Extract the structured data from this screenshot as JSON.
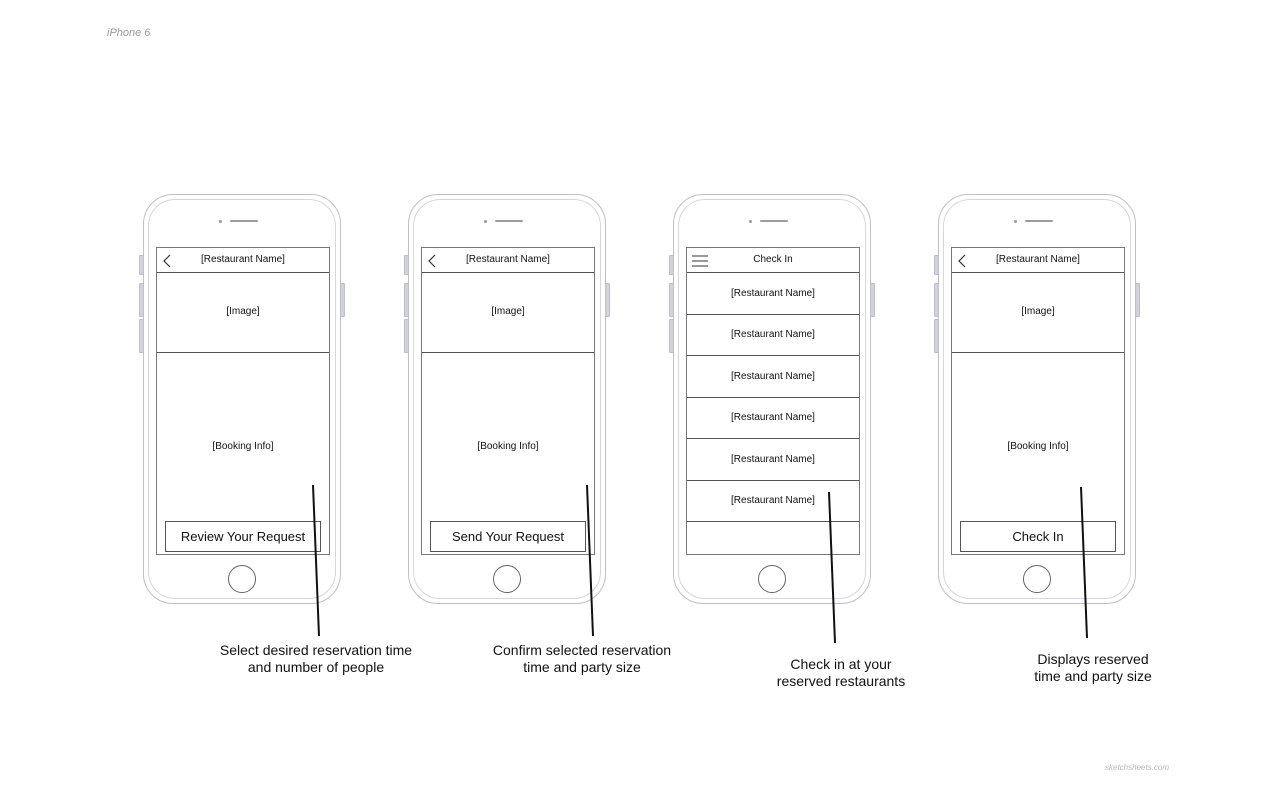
{
  "page_label": "iPhone 6",
  "footer_credit": "sketchsheets.com",
  "screens": [
    {
      "nav_title": "[Restaurant Name]",
      "image_placeholder": "[Image]",
      "booking_placeholder": "[Booking Info]",
      "button_label": "Review Your Request",
      "caption": [
        "Select desired reservation time",
        "and number of people"
      ]
    },
    {
      "nav_title": "[Restaurant Name]",
      "image_placeholder": "[Image]",
      "booking_placeholder": "[Booking Info]",
      "button_label": "Send Your Request",
      "caption": [
        "Confirm selected reservation",
        "time and party size"
      ]
    },
    {
      "nav_title": "Check In",
      "list_items": [
        "[Restaurant Name]",
        "[Restaurant Name]",
        "[Restaurant Name]",
        "[Restaurant Name]",
        "[Restaurant Name]",
        "[Restaurant Name]"
      ],
      "caption": [
        "Check in at your",
        "reserved restaurants"
      ]
    },
    {
      "nav_title": "[Restaurant Name]",
      "image_placeholder": "[Image]",
      "booking_placeholder": "[Booking Info]",
      "button_label": "Check In",
      "caption": [
        "Displays reserved",
        "time and party size"
      ]
    }
  ]
}
